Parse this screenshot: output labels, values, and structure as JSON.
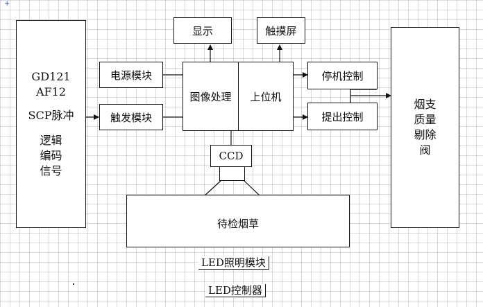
{
  "left_module": {
    "line1": "GD121",
    "line2": "AF12",
    "line3": "SCP脉冲",
    "line4": "逻辑",
    "line5": "编码",
    "line6": "信号"
  },
  "power_module": "电源模块",
  "trigger_module": "触发模块",
  "image_processing": "图像处理",
  "host_computer": "上位机",
  "display": "显示",
  "touchscreen": "触摸屏",
  "stop_control": "停机控制",
  "reject_control": "提出控制",
  "reject_valve": {
    "line1": "烟支",
    "line2": "质量",
    "line3": "剔除",
    "line4": "阀"
  },
  "ccd": "CCD",
  "tobacco_under_test": "待检烟草",
  "led_lighting": "LED照明模块",
  "led_controller": "LED控制器"
}
